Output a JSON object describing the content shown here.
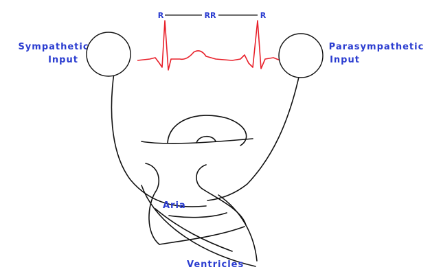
{
  "labels": {
    "sympathetic_line1": "Sympathetic",
    "sympathetic_line2": "Input",
    "parasympathetic_line1": "Parasympathetic",
    "parasympathetic_line2": "Input",
    "atria": "Aria",
    "ventricles": "Ventricles"
  },
  "ecg": {
    "r_left": "R",
    "rr": "RR",
    "r_right": "R"
  },
  "colors": {
    "label_text": "#2a3cd0",
    "ecg_trace": "#e8202a",
    "line_art": "#111111"
  }
}
